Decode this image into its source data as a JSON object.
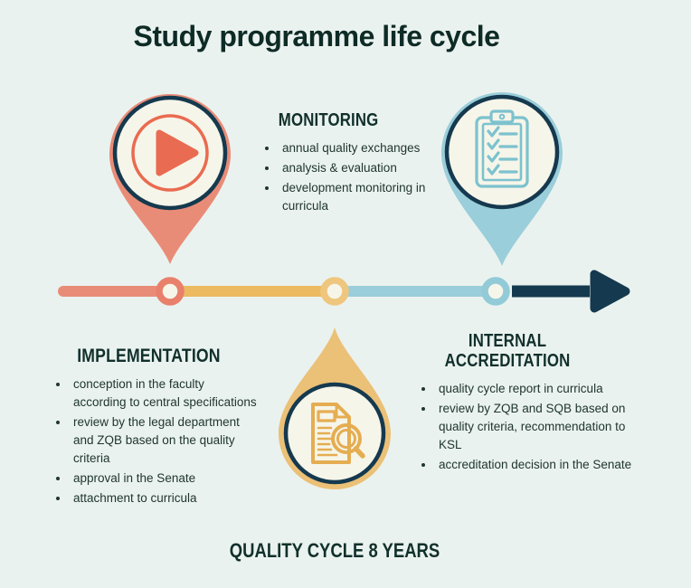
{
  "title": "Study programme life cycle",
  "footer": "QUALITY CYCLE 8 YEARS",
  "stages": {
    "monitoring": {
      "heading": "MONITORING",
      "bullets": [
        "annual quality exchanges",
        "analysis & evaluation",
        "development monitoring in curricula"
      ]
    },
    "implementation": {
      "heading": "IMPLEMENTATION",
      "bullets": [
        "conception in the faculty according to central specifications",
        "review by the legal department and ZQB based on the quality criteria",
        "approval in the Senate",
        "attachment to curricula"
      ]
    },
    "internal_accreditation": {
      "heading": "INTERNAL ACCREDITATION",
      "bullets": [
        "quality cycle report in curricula",
        "review by ZQB and SQB based on quality criteria, recommendation to KSL",
        "accreditation decision in the Senate"
      ]
    }
  },
  "icons": {
    "stage_implementation": "play-icon",
    "stage_monitoring": "document-search-icon",
    "stage_accreditation": "checklist-clipboard-icon",
    "timeline_end": "arrow-right-icon"
  },
  "colors": {
    "background": "#EAF2EF",
    "heading_text": "#11302B",
    "body_text": "#20362F",
    "salmon": "#E98C77",
    "coral": "#E96B51",
    "yellow": "#EBC077",
    "yellow_line": "#ECBA60",
    "light_blue": "#9ACEDA",
    "icon_blue": "#7CC2CE",
    "navy": "#15394E",
    "cream": "#F6F5E9"
  }
}
